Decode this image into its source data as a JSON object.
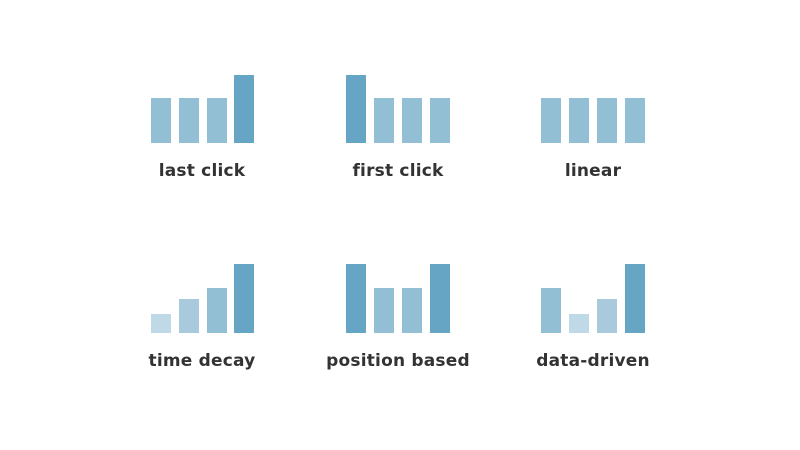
{
  "colors": {
    "dark": "#67a5c4",
    "medium": "#93bfd4",
    "light": "#a9cadc",
    "lightest": "#bfd9e7",
    "text": "#333333",
    "background": "#ffffff"
  },
  "models": [
    {
      "label": "last click",
      "bars": [
        {
          "h": 45,
          "c": "medium"
        },
        {
          "h": 45,
          "c": "medium"
        },
        {
          "h": 45,
          "c": "medium"
        },
        {
          "h": 68,
          "c": "dark"
        }
      ]
    },
    {
      "label": "first click",
      "bars": [
        {
          "h": 68,
          "c": "dark"
        },
        {
          "h": 45,
          "c": "medium"
        },
        {
          "h": 45,
          "c": "medium"
        },
        {
          "h": 45,
          "c": "medium"
        }
      ]
    },
    {
      "label": "linear",
      "bars": [
        {
          "h": 45,
          "c": "medium"
        },
        {
          "h": 45,
          "c": "medium"
        },
        {
          "h": 45,
          "c": "medium"
        },
        {
          "h": 45,
          "c": "medium"
        }
      ]
    },
    {
      "label": "time decay",
      "bars": [
        {
          "h": 19,
          "c": "lightest"
        },
        {
          "h": 34,
          "c": "light"
        },
        {
          "h": 45,
          "c": "medium"
        },
        {
          "h": 69,
          "c": "dark"
        }
      ]
    },
    {
      "label": "position based",
      "bars": [
        {
          "h": 69,
          "c": "dark"
        },
        {
          "h": 45,
          "c": "medium"
        },
        {
          "h": 45,
          "c": "medium"
        },
        {
          "h": 69,
          "c": "dark"
        }
      ]
    },
    {
      "label": "data-driven",
      "bars": [
        {
          "h": 45,
          "c": "medium"
        },
        {
          "h": 19,
          "c": "lightest"
        },
        {
          "h": 34,
          "c": "light"
        },
        {
          "h": 69,
          "c": "dark"
        }
      ]
    }
  ]
}
